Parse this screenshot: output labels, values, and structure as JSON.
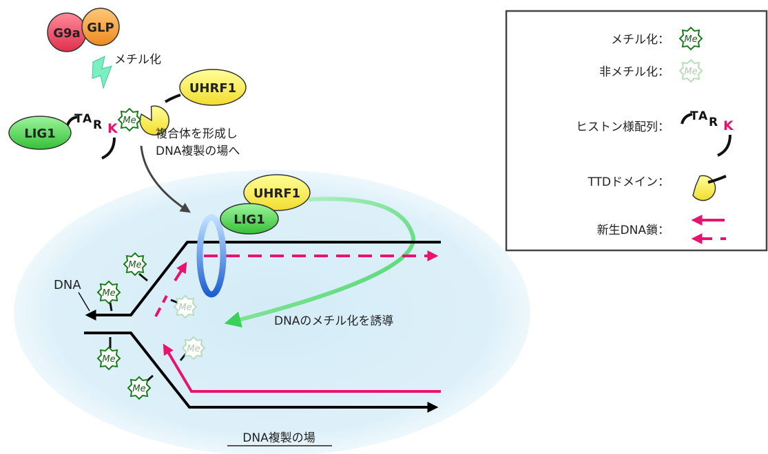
{
  "proteins": {
    "g9a": "G9a",
    "glp": "GLP",
    "uhrf1_top": "UHRF1",
    "lig1_top": "LIG1",
    "uhrf1_bottom": "UHRF1",
    "lig1_bottom": "LIG1"
  },
  "mark": {
    "me": "Me"
  },
  "peptide": {
    "t": "T",
    "a": "A",
    "r": "R",
    "k": "K"
  },
  "labels": {
    "methylation": "メチル化",
    "complex_line1": "複合体を形成し",
    "complex_line2": "DNA複製の場へ",
    "dna": "DNA",
    "induce": "DNAのメチル化を誘導",
    "site": "DNA複製の場"
  },
  "legend": {
    "methylated": "メチル化：",
    "unmethylated": "非メチル化：",
    "histone_like": "ヒストン様配列：",
    "ttd": "TTDドメイン：",
    "nascent": "新生DNA鎖："
  },
  "colors": {
    "green_mark": "#1a7a1a",
    "pale_mark": "#b8dcb8",
    "pink": "#e8136e",
    "nucleus": "#dff0f8",
    "g9a": "#f0506a",
    "glp": "#f5a040",
    "uhrf1": "#fff066",
    "lig1": "#5ed85e",
    "clamp": "#3a82e0"
  }
}
